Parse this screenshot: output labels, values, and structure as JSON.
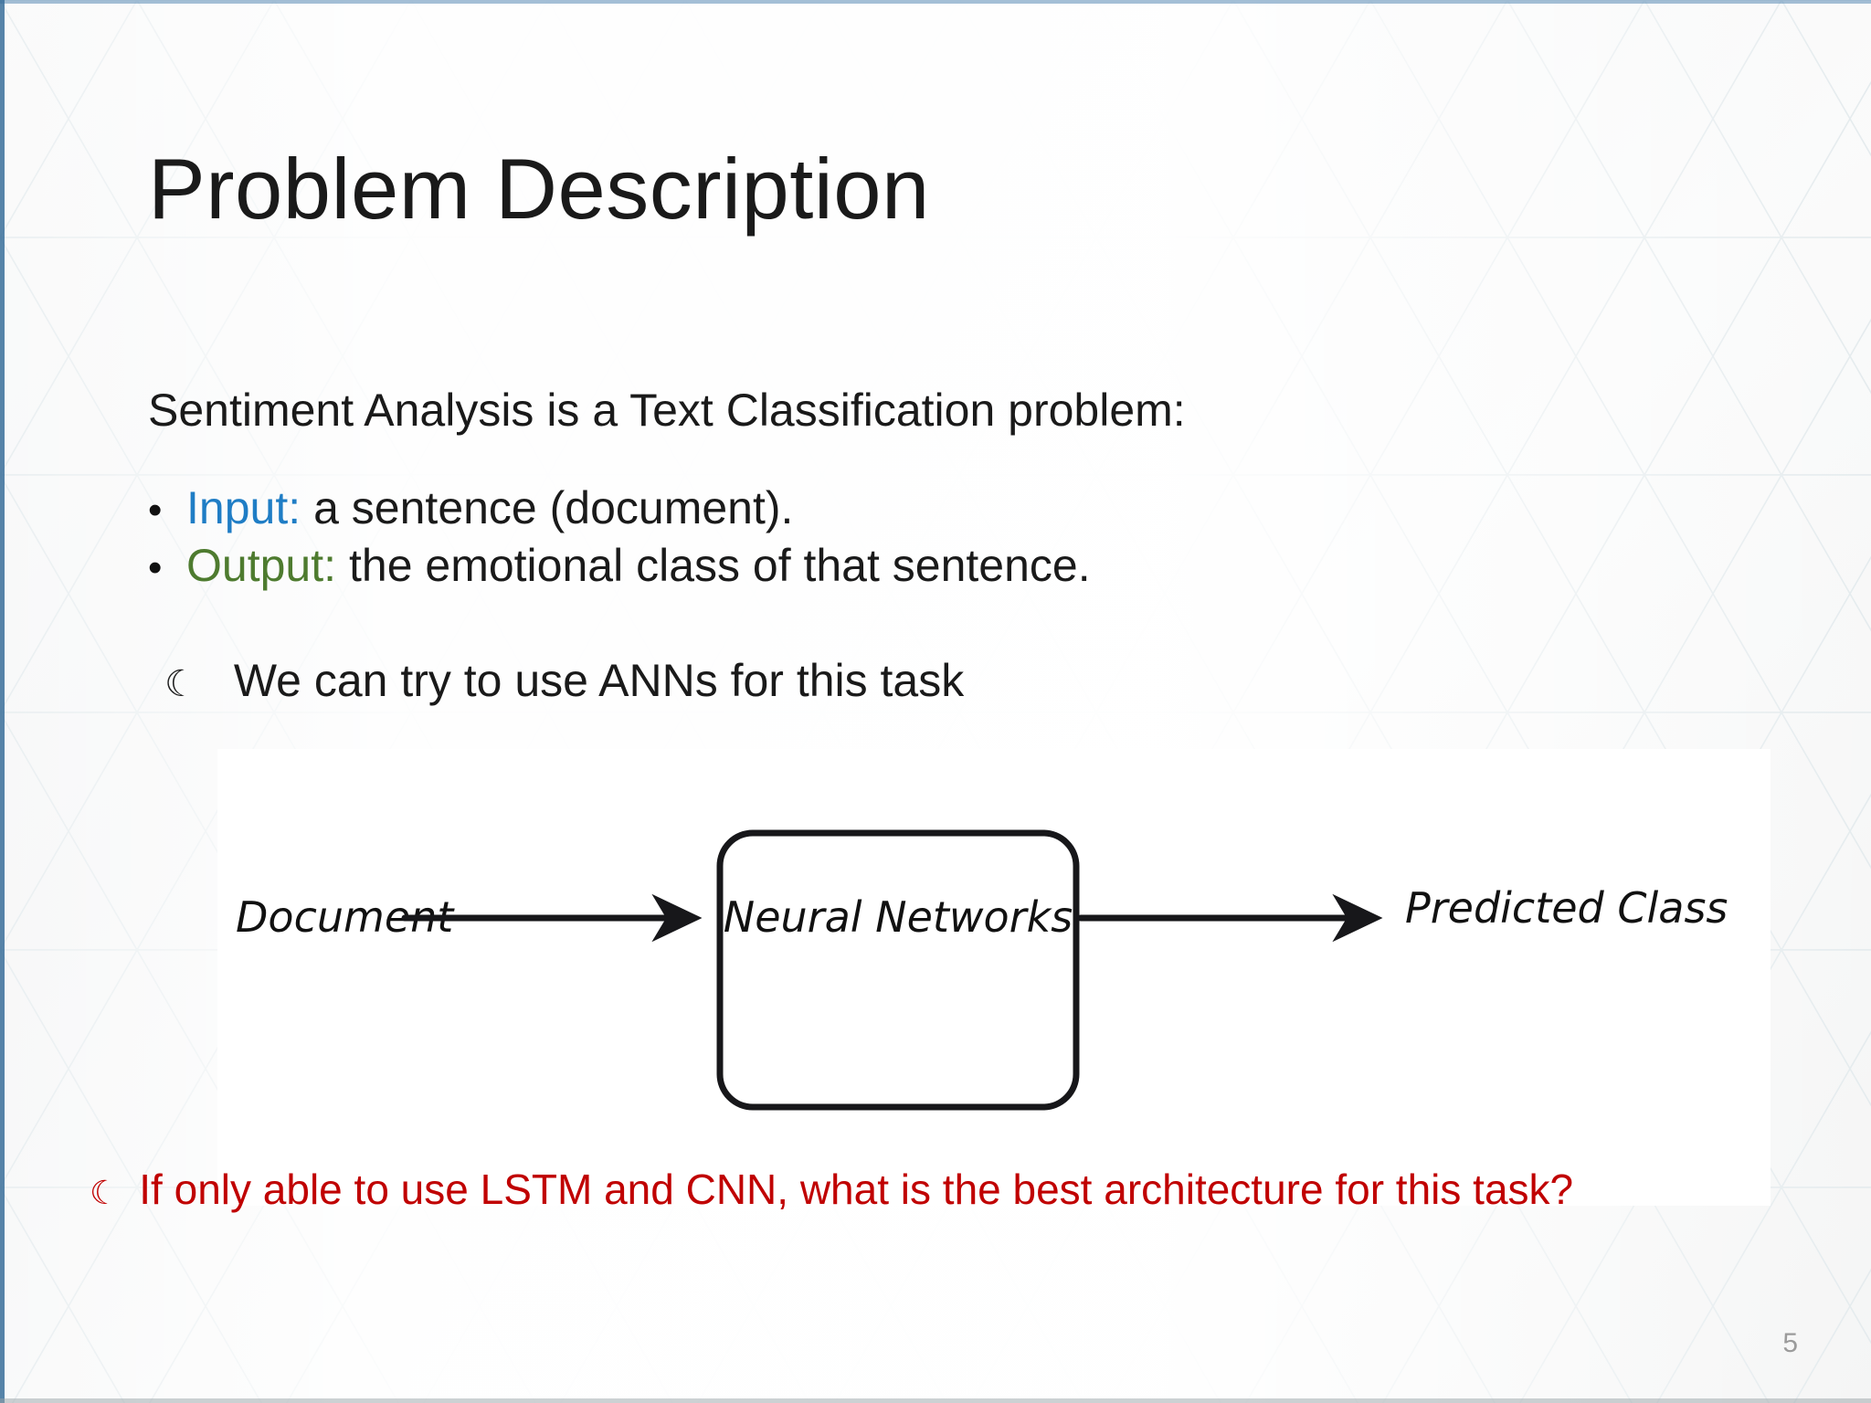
{
  "slide": {
    "title": "Problem Description",
    "page_number": "5",
    "accent_blue": "#1f7dc5",
    "accent_green": "#4e7b2f",
    "accent_red": "#c00000",
    "border_blue": "#3a6f9a"
  },
  "body": {
    "lead": "Sentiment Analysis is a Text Classification problem:",
    "bullets": [
      {
        "marker": "•",
        "label": "Input:",
        "label_color": "#1f7dc5",
        "text": "a sentence (document)."
      },
      {
        "marker": "•",
        "label": "Output:",
        "label_color": "#4e7b2f",
        "text": "the emotional class of that sentence."
      }
    ],
    "sub_point": {
      "marker": "☾",
      "text": "We can try to use ANNs for this task"
    },
    "question": {
      "marker": "☾",
      "text": "If only able to use LSTM and CNN, what is the best architecture for this task?"
    }
  },
  "figure": {
    "input_label": "Document",
    "box_label": "Neural Networks",
    "output_label": "Predicted Class"
  }
}
